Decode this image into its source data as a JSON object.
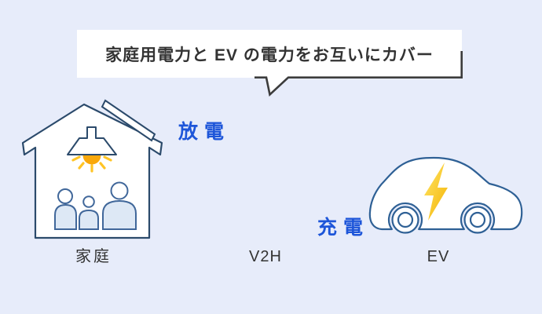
{
  "bubble": {
    "text": "家庭用電力と EV の電力をお互いにカバー"
  },
  "flow_labels": {
    "discharge": "放電",
    "charge": "充電"
  },
  "entity_labels": {
    "home": "家庭",
    "v2h": "V2H",
    "ev": "EV"
  },
  "icons": {
    "house": "house-with-family-icon",
    "solar_panel": "solar-panel-strip-icon",
    "lamp": "pendant-light-icon",
    "lamp_glow": "light-glow-icon",
    "family": "family-figures-icon",
    "car": "ev-car-icon",
    "bolt": "lightning-bolt-icon",
    "bubble_tail": "speech-bubble-tail"
  },
  "colors": {
    "background": "#E7ECFA",
    "bubble_fill": "#FFFFFF",
    "bubble_border": "#3C3C3C",
    "dark_text": "#333333",
    "accent_blue_text": "#1E56D9",
    "house_outline": "#2B4A6B",
    "people_outline": "#40679A",
    "people_fill": "#DDE8F5",
    "car_outline": "#2E6095",
    "lamp_light": "#F9A80B",
    "lamp_rays": "#FFC425",
    "bolt_light": "#FFE668",
    "bolt_deep": "#F4B303"
  }
}
